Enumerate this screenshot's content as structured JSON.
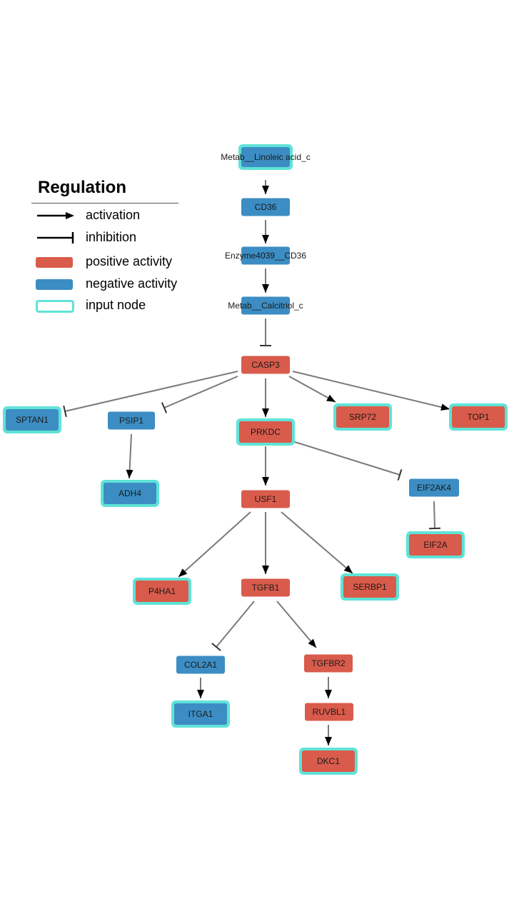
{
  "legend": {
    "title": "Regulation",
    "items": [
      {
        "key": "activation",
        "label": "activation"
      },
      {
        "key": "inhibition",
        "label": "inhibition"
      },
      {
        "key": "positive",
        "label": "positive activity"
      },
      {
        "key": "negative",
        "label": "negative activity"
      },
      {
        "key": "input",
        "label": "input node"
      }
    ]
  },
  "colors": {
    "positive": "#D95B4B",
    "negative": "#3C8DC3",
    "input_border": "#5FE3D7",
    "edge": "#7a7a7a",
    "arrow": "#000000"
  },
  "nodes": [
    {
      "id": "linoleic",
      "label": "Metab__Linoleic acid_c",
      "activity": "negative",
      "input": true
    },
    {
      "id": "cd36",
      "label": "CD36",
      "activity": "negative",
      "input": false
    },
    {
      "id": "enzyme",
      "label": "Enzyme4039__CD36",
      "activity": "negative",
      "input": false
    },
    {
      "id": "calcitriol",
      "label": "Metab__Calcitriol_c",
      "activity": "negative",
      "input": false
    },
    {
      "id": "casp3",
      "label": "CASP3",
      "activity": "positive",
      "input": false
    },
    {
      "id": "sptan1",
      "label": "SPTAN1",
      "activity": "negative",
      "input": true
    },
    {
      "id": "psip1",
      "label": "PSIP1",
      "activity": "negative",
      "input": false
    },
    {
      "id": "prkdc",
      "label": "PRKDC",
      "activity": "positive",
      "input": true
    },
    {
      "id": "srp72",
      "label": "SRP72",
      "activity": "positive",
      "input": true
    },
    {
      "id": "top1",
      "label": "TOP1",
      "activity": "positive",
      "input": true
    },
    {
      "id": "adh4",
      "label": "ADH4",
      "activity": "negative",
      "input": true
    },
    {
      "id": "usf1",
      "label": "USF1",
      "activity": "positive",
      "input": false
    },
    {
      "id": "eif2ak4",
      "label": "EIF2AK4",
      "activity": "negative",
      "input": false
    },
    {
      "id": "eif2a",
      "label": "EIF2A",
      "activity": "positive",
      "input": true
    },
    {
      "id": "p4ha1",
      "label": "P4HA1",
      "activity": "positive",
      "input": true
    },
    {
      "id": "tgfb1",
      "label": "TGFB1",
      "activity": "positive",
      "input": false
    },
    {
      "id": "serbp1",
      "label": "SERBP1",
      "activity": "positive",
      "input": true
    },
    {
      "id": "col2a1",
      "label": "COL2A1",
      "activity": "negative",
      "input": false
    },
    {
      "id": "tgfbr2",
      "label": "TGFBR2",
      "activity": "positive",
      "input": false
    },
    {
      "id": "itga1",
      "label": "ITGA1",
      "activity": "negative",
      "input": true
    },
    {
      "id": "ruvbl1",
      "label": "RUVBL1",
      "activity": "positive",
      "input": false
    },
    {
      "id": "dkc1",
      "label": "DKC1",
      "activity": "positive",
      "input": true
    }
  ],
  "edges": [
    {
      "from": "linoleic",
      "to": "cd36",
      "type": "activation"
    },
    {
      "from": "cd36",
      "to": "enzyme",
      "type": "activation"
    },
    {
      "from": "enzyme",
      "to": "calcitriol",
      "type": "activation"
    },
    {
      "from": "calcitriol",
      "to": "casp3",
      "type": "inhibition"
    },
    {
      "from": "casp3",
      "to": "sptan1",
      "type": "inhibition"
    },
    {
      "from": "casp3",
      "to": "psip1",
      "type": "inhibition"
    },
    {
      "from": "casp3",
      "to": "prkdc",
      "type": "activation"
    },
    {
      "from": "casp3",
      "to": "srp72",
      "type": "activation"
    },
    {
      "from": "casp3",
      "to": "top1",
      "type": "activation"
    },
    {
      "from": "psip1",
      "to": "adh4",
      "type": "activation"
    },
    {
      "from": "prkdc",
      "to": "usf1",
      "type": "activation"
    },
    {
      "from": "prkdc",
      "to": "eif2ak4",
      "type": "inhibition"
    },
    {
      "from": "eif2ak4",
      "to": "eif2a",
      "type": "inhibition"
    },
    {
      "from": "usf1",
      "to": "p4ha1",
      "type": "activation"
    },
    {
      "from": "usf1",
      "to": "tgfb1",
      "type": "activation"
    },
    {
      "from": "usf1",
      "to": "serbp1",
      "type": "activation"
    },
    {
      "from": "tgfb1",
      "to": "col2a1",
      "type": "inhibition"
    },
    {
      "from": "tgfb1",
      "to": "tgfbr2",
      "type": "activation"
    },
    {
      "from": "col2a1",
      "to": "itga1",
      "type": "activation"
    },
    {
      "from": "tgfbr2",
      "to": "ruvbl1",
      "type": "activation"
    },
    {
      "from": "ruvbl1",
      "to": "dkc1",
      "type": "activation"
    }
  ]
}
